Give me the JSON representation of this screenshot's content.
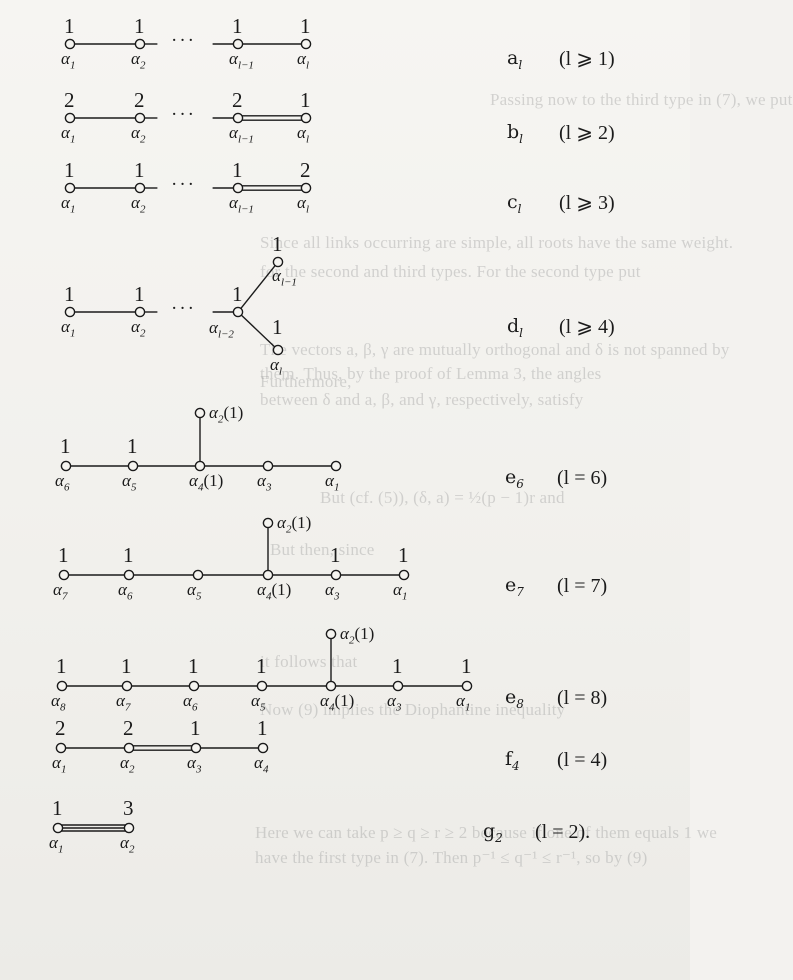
{
  "bleed_through": {
    "lines": [
      "Passing now to the third type in (7), we put",
      "Since all links occurring are simple, all roots have the same weight.",
      "for the second and third types. For the second type put",
      "The vectors a, β, γ are mutually orthogonal and δ is not spanned by",
      "them. Thus, by the proof of Lemma 3, the angles",
      "between δ and a, β, and γ, respectively, satisfy",
      "But (cf. (5)), (δ, a) = ½(p − 1)r and",
      "But then, since",
      "Furthermore,",
      "it follows that",
      "Now (9) implies the Diophantine inequality",
      "Here we can take p ≥ q ≥ r ≥ 2 because if one of them equals 1 we",
      "have the first type in (7). Then p⁻¹ ≤ q⁻¹ ≤ r⁻¹, so by (9)"
    ]
  },
  "diagrams": [
    {
      "name": "a",
      "sub": "l",
      "cond": "(l ⩾ 1)",
      "nodes": [
        {
          "coef": "1",
          "label": "α",
          "sub": "1"
        },
        {
          "coef": "1",
          "label": "α",
          "sub": "2"
        },
        {
          "coef": "1",
          "label": "α",
          "sub": "l−1"
        },
        {
          "coef": "1",
          "label": "α",
          "sub": "l"
        }
      ],
      "dots": "···"
    },
    {
      "name": "b",
      "sub": "l",
      "cond": "(l ⩾ 2)",
      "nodes": [
        {
          "coef": "2",
          "label": "α",
          "sub": "1"
        },
        {
          "coef": "2",
          "label": "α",
          "sub": "2"
        },
        {
          "coef": "2",
          "label": "α",
          "sub": "l−1"
        },
        {
          "coef": "1",
          "label": "α",
          "sub": "l"
        }
      ],
      "dots": "···"
    },
    {
      "name": "c",
      "sub": "l",
      "cond": "(l ⩾ 3)",
      "nodes": [
        {
          "coef": "1",
          "label": "α",
          "sub": "1"
        },
        {
          "coef": "1",
          "label": "α",
          "sub": "2"
        },
        {
          "coef": "1",
          "label": "α",
          "sub": "l−1"
        },
        {
          "coef": "2",
          "label": "α",
          "sub": "l"
        }
      ],
      "dots": "···"
    },
    {
      "name": "d",
      "sub": "l",
      "cond": "(l ⩾ 4)",
      "nodes": [
        {
          "coef": "1",
          "label": "α",
          "sub": "1"
        },
        {
          "coef": "1",
          "label": "α",
          "sub": "2"
        },
        {
          "coef": "1",
          "label": "α",
          "sub": "l−2"
        },
        {
          "coef": "1",
          "label": "α",
          "sub": "l−1"
        },
        {
          "coef": "1",
          "label": "α",
          "sub": "l"
        }
      ],
      "dots": "···"
    },
    {
      "name": "e",
      "sub": "6",
      "cond": "(l = 6)",
      "nodes": [
        {
          "coef": "1",
          "label": "α",
          "sub": "6"
        },
        {
          "coef": "1",
          "label": "α",
          "sub": "5"
        },
        {
          "coef": "",
          "label": "α",
          "sub": "4",
          "after": "(1)"
        },
        {
          "coef": "",
          "label": "α",
          "sub": "3"
        },
        {
          "coef": "",
          "label": "α",
          "sub": "1"
        },
        {
          "coef": "",
          "label": "α",
          "sub": "2",
          "after": "(1)"
        }
      ]
    },
    {
      "name": "e",
      "sub": "7",
      "cond": "(l = 7)",
      "nodes": [
        {
          "coef": "1",
          "label": "α",
          "sub": "7"
        },
        {
          "coef": "1",
          "label": "α",
          "sub": "6"
        },
        {
          "coef": "",
          "label": "α",
          "sub": "5"
        },
        {
          "coef": "",
          "label": "α",
          "sub": "4",
          "after": "(1)"
        },
        {
          "coef": "1",
          "label": "α",
          "sub": "3"
        },
        {
          "coef": "1",
          "label": "α",
          "sub": "1"
        },
        {
          "coef": "",
          "label": "α",
          "sub": "2",
          "after": "(1)"
        }
      ]
    },
    {
      "name": "e",
      "sub": "8",
      "cond": "(l = 8)",
      "nodes": [
        {
          "coef": "1",
          "label": "α",
          "sub": "8"
        },
        {
          "coef": "1",
          "label": "α",
          "sub": "7"
        },
        {
          "coef": "1",
          "label": "α",
          "sub": "6"
        },
        {
          "coef": "1",
          "label": "α",
          "sub": "5"
        },
        {
          "coef": "",
          "label": "α",
          "sub": "4",
          "after": "(1)"
        },
        {
          "coef": "1",
          "label": "α",
          "sub": "3"
        },
        {
          "coef": "1",
          "label": "α",
          "sub": "1"
        },
        {
          "coef": "",
          "label": "α",
          "sub": "2",
          "after": "(1)"
        }
      ]
    },
    {
      "name": "f",
      "sub": "4",
      "cond": "(l = 4)",
      "nodes": [
        {
          "coef": "2",
          "label": "α",
          "sub": "1"
        },
        {
          "coef": "2",
          "label": "α",
          "sub": "2"
        },
        {
          "coef": "1",
          "label": "α",
          "sub": "3"
        },
        {
          "coef": "1",
          "label": "α",
          "sub": "4"
        }
      ]
    },
    {
      "name": "g",
      "sub": "2",
      "cond": "(l = 2).",
      "nodes": [
        {
          "coef": "1",
          "label": "α",
          "sub": "1"
        },
        {
          "coef": "3",
          "label": "α",
          "sub": "2"
        }
      ]
    }
  ]
}
